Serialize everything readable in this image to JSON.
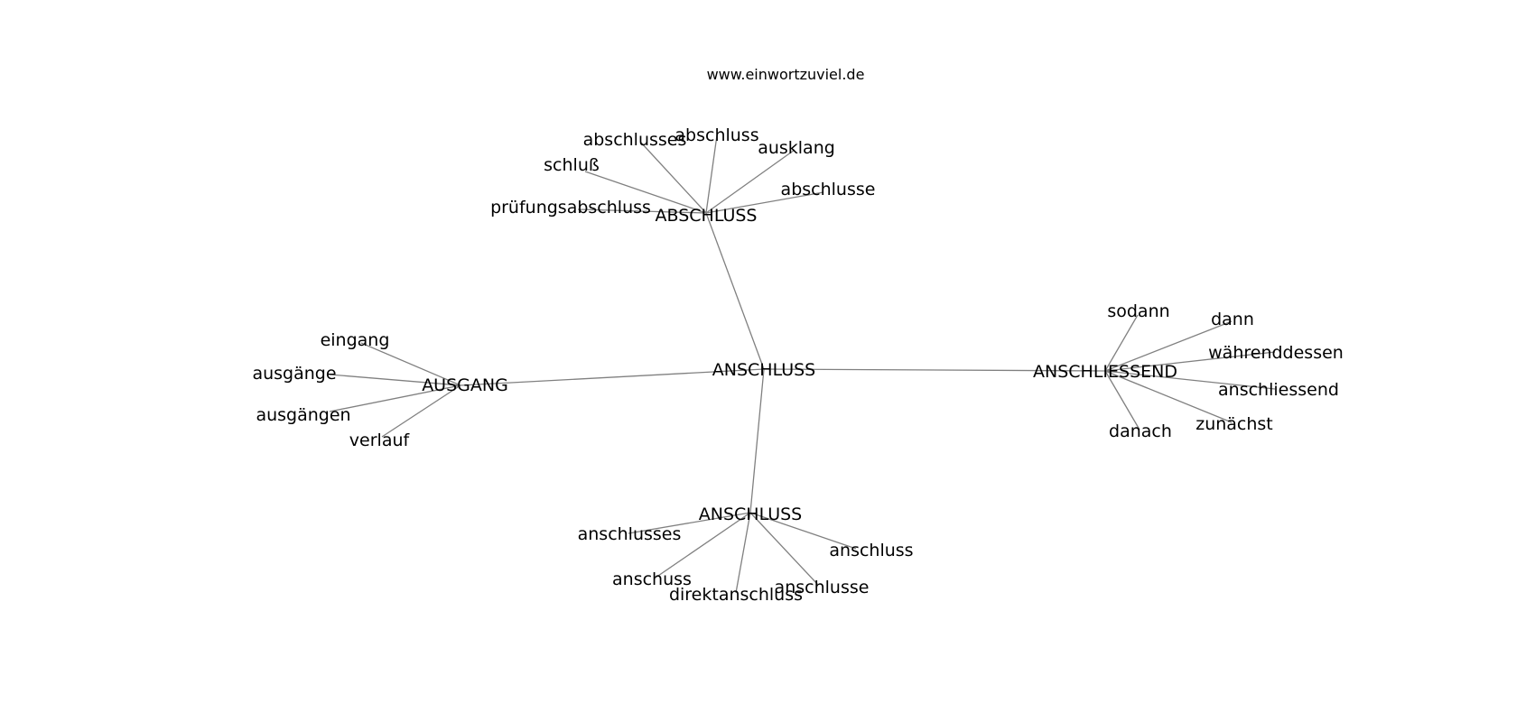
{
  "site": "www.einwortzuviel.de",
  "colors": {
    "edge": "#808080",
    "text": "#000000",
    "background": "#ffffff"
  },
  "graph": {
    "center": {
      "id": "center",
      "label": "ANSCHLUSS"
    },
    "clusters": [
      {
        "id": "abschluss",
        "label": "ABSCHLUSS",
        "words": [
          "abschlusses",
          "abschluss",
          "ausklang",
          "schluß",
          "abschlusse",
          "prüfungsabschluss"
        ]
      },
      {
        "id": "ausgang",
        "label": "AUSGANG",
        "words": [
          "eingang",
          "ausgänge",
          "ausgängen",
          "verlauf"
        ]
      },
      {
        "id": "anschliessend",
        "label": "ANSCHLIESSEND",
        "words": [
          "sodann",
          "dann",
          "währenddessen",
          "anschliessend",
          "zunächst",
          "danach"
        ]
      },
      {
        "id": "anschluss2",
        "label": "ANSCHLUSS",
        "words": [
          "anschlusses",
          "anschluss",
          "anschuss",
          "anschlusse",
          "direktanschluss"
        ]
      }
    ]
  }
}
